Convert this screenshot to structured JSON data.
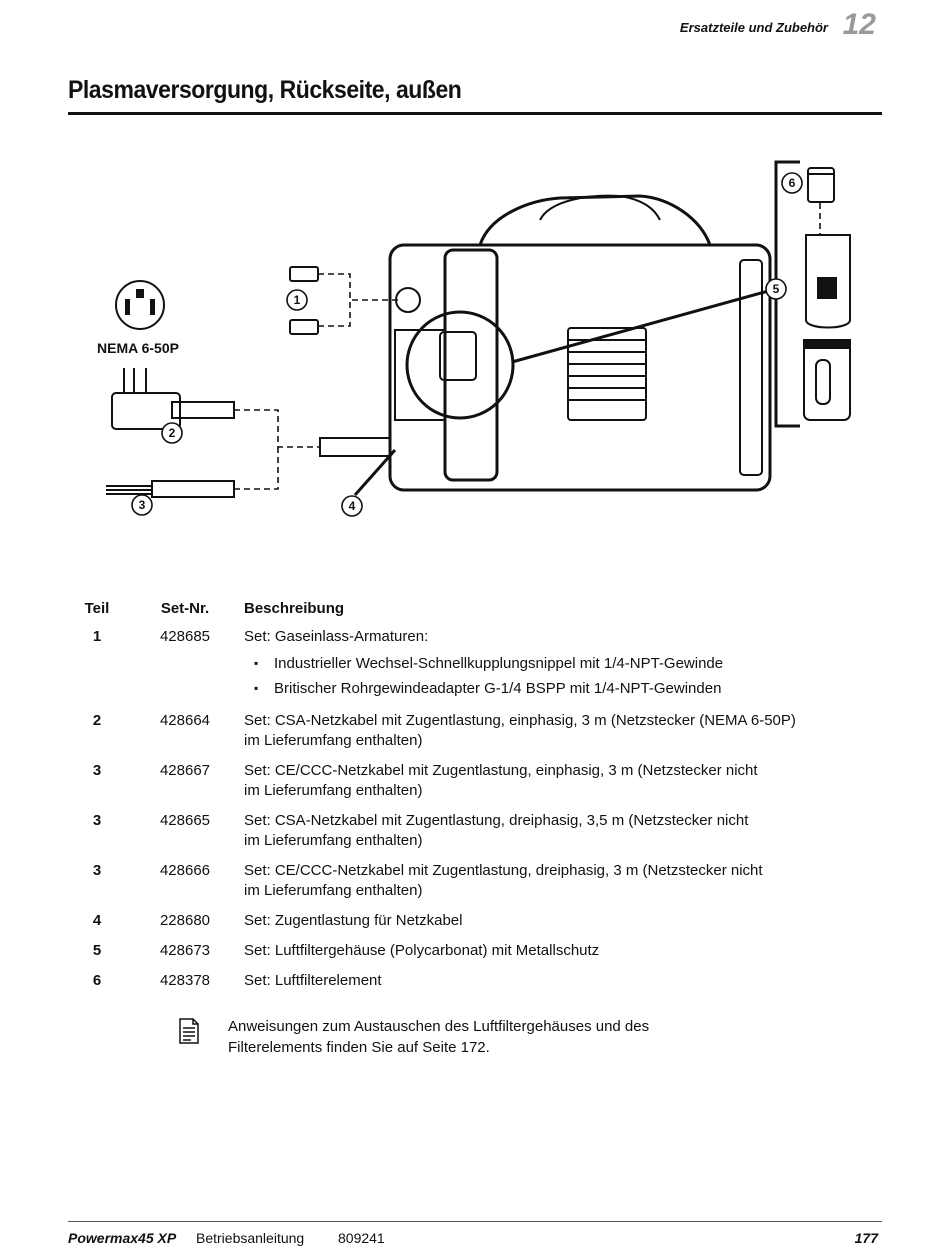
{
  "header": {
    "section": "Ersatzteile und Zubehör",
    "chapter": "12"
  },
  "title": "Plasmaversorgung, Rückseite, außen",
  "figure": {
    "nema_label": "NEMA 6-50P",
    "callouts": [
      "1",
      "2",
      "3",
      "4",
      "5",
      "6"
    ]
  },
  "table": {
    "headers": {
      "part": "Teil",
      "kit": "Set-Nr.",
      "desc": "Beschreibung"
    },
    "rows": [
      {
        "part": "1",
        "kit": "428685",
        "desc": "Set: Gaseinlass-Armaturen:",
        "bullets": [
          "Industrieller Wechsel-Schnellkupplungsnippel mit 1/4-NPT-Gewinde",
          "Britischer Rohrgewindeadapter G-1/4 BSPP mit 1/4-NPT-Gewinden"
        ]
      },
      {
        "part": "2",
        "kit": "428664",
        "desc": "Set: CSA-Netzkabel mit Zugentlastung, einphasig, 3 m (Netzstecker (NEMA 6-50P)",
        "desc2": "im Lieferumfang enthalten)"
      },
      {
        "part": "3",
        "kit": "428667",
        "desc": "Set: CE/CCC-Netzkabel mit Zugentlastung, einphasig, 3 m (Netzstecker nicht",
        "desc2": "im Lieferumfang enthalten)"
      },
      {
        "part": "3",
        "kit": "428665",
        "desc": "Set: CSA-Netzkabel mit Zugentlastung, dreiphasig, 3,5 m (Netzstecker nicht",
        "desc2": "im Lieferumfang enthalten)"
      },
      {
        "part": "3",
        "kit": "428666",
        "desc": "Set: CE/CCC-Netzkabel mit Zugentlastung, dreiphasig, 3 m (Netzstecker nicht",
        "desc2": "im Lieferumfang enthalten)"
      },
      {
        "part": "4",
        "kit": "228680",
        "desc": "Set: Zugentlastung für Netzkabel"
      },
      {
        "part": "5",
        "kit": "428673",
        "desc": "Set: Luftfiltergehäuse (Polycarbonat) mit Metallschutz"
      },
      {
        "part": "6",
        "kit": "428378",
        "desc": "Set: Luftfilterelement"
      }
    ]
  },
  "note": {
    "line1": "Anweisungen zum Austauschen des Luftfiltergehäuses und des",
    "line2": "Filterelements finden Sie auf Seite 172."
  },
  "footer": {
    "product": "Powermax45 XP",
    "manual": "Betriebsanleitung",
    "doc_number": "809241",
    "page": "177"
  }
}
